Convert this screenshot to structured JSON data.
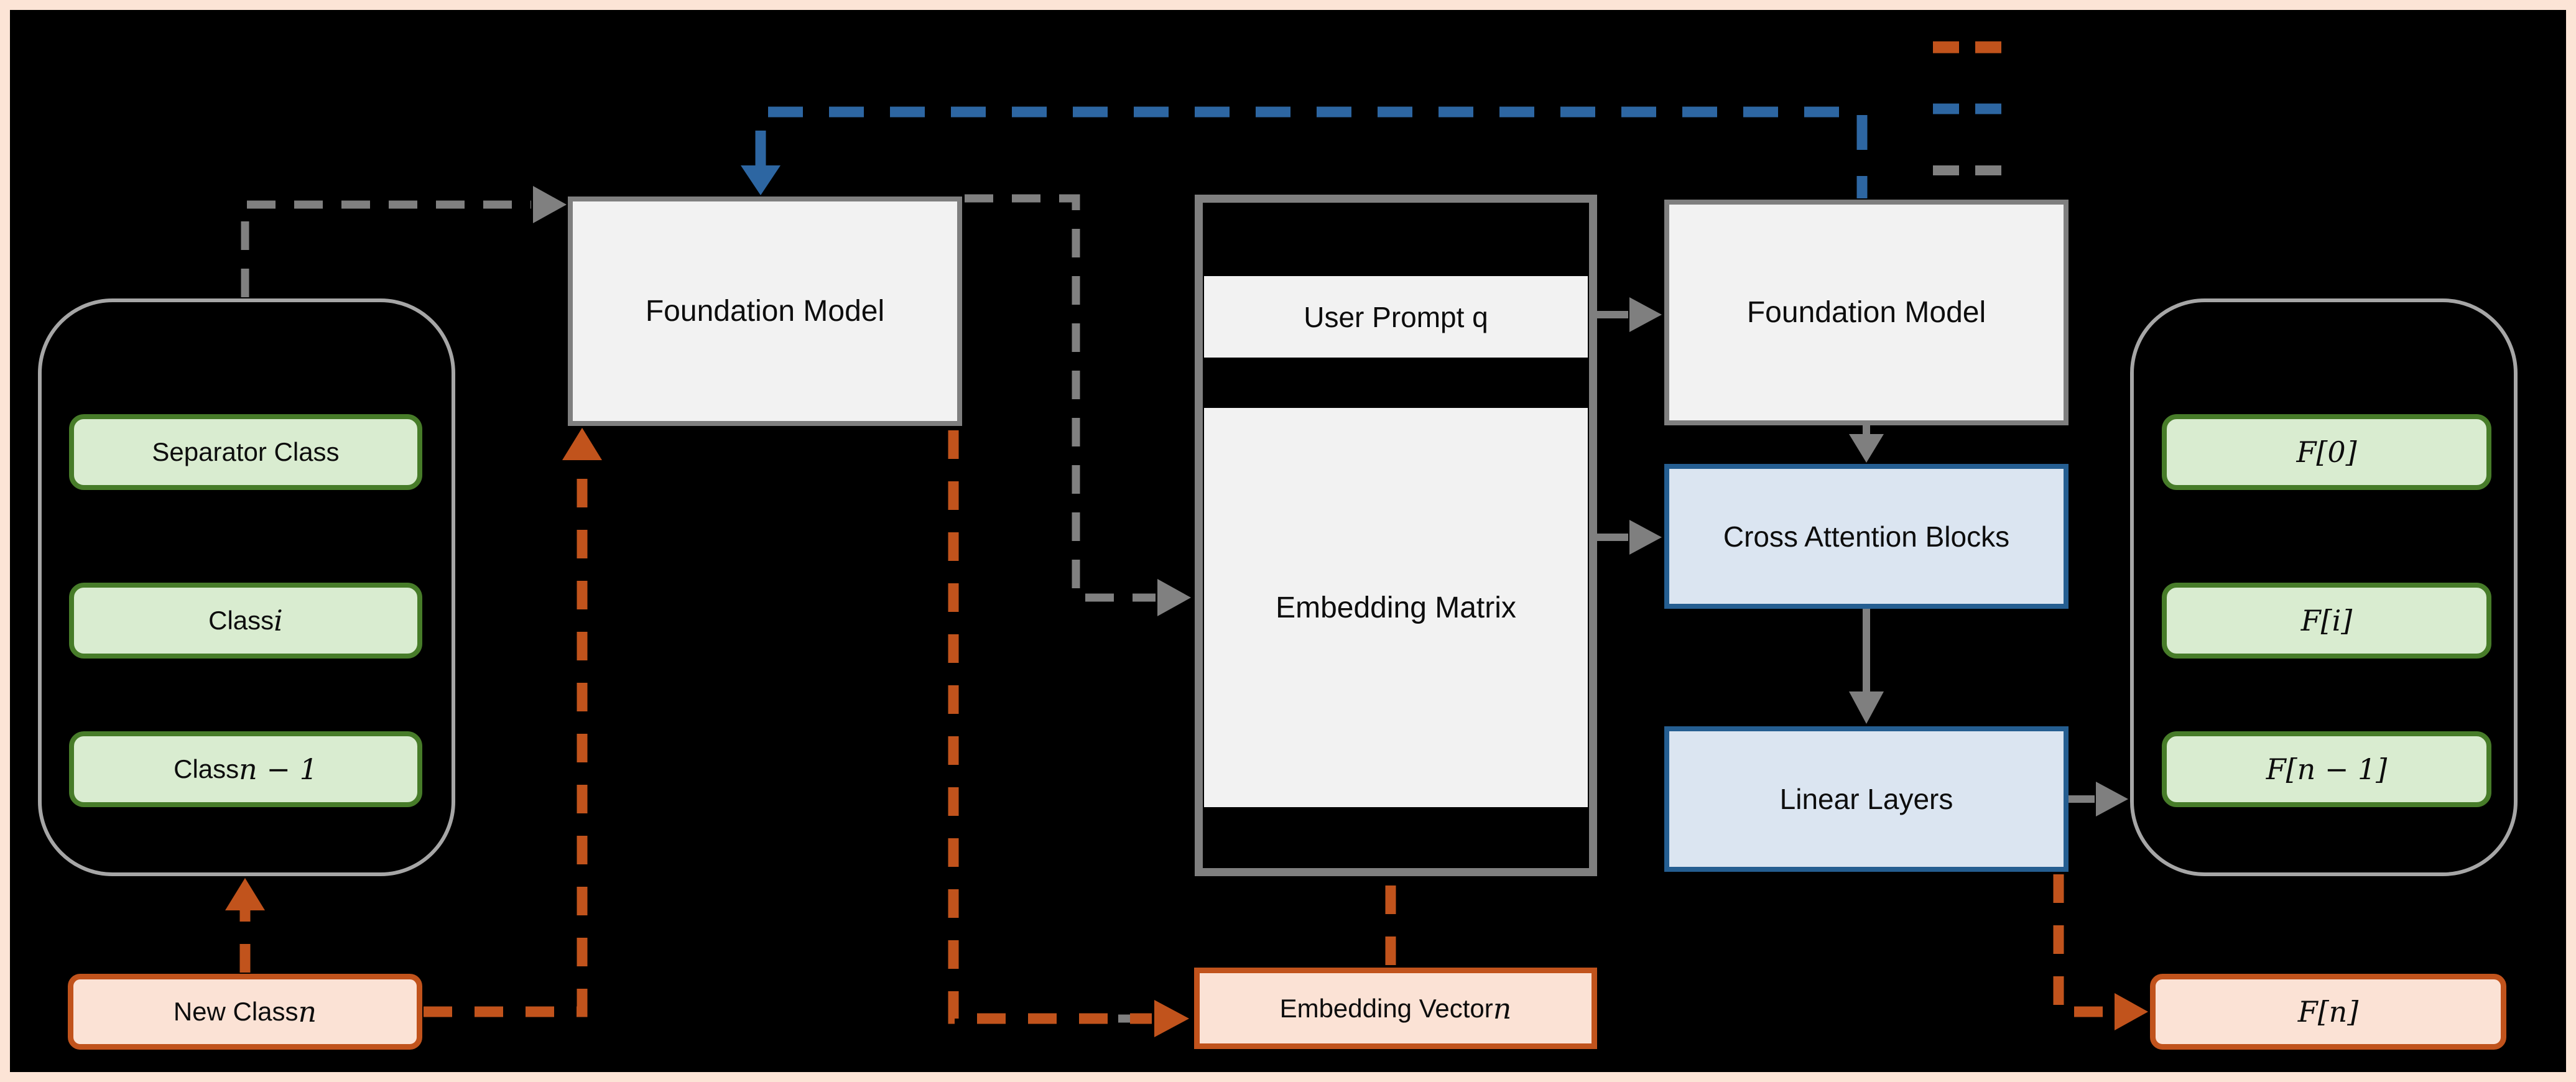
{
  "palette": {
    "background": "#000000",
    "frame_border": "#fce4d6",
    "gray_line": "#7f7f7f",
    "gray_group_border": "#a6a6a6",
    "gray_box_fill": "#f2f2f2",
    "green_box_fill": "#d9ecd0",
    "green_box_border": "#477c29",
    "blue_box_fill": "#dbe5f1",
    "blue_box_border": "#255e91",
    "blue_line": "#2d66a2",
    "orange_line": "#c1531c",
    "orange_box_fill": "#fbe2d5",
    "orange_box_border": "#c1531c"
  },
  "legend": {
    "lines": [
      {
        "name": "orange-dashed",
        "color": "#c1531c",
        "style": "dashed"
      },
      {
        "name": "blue-dashed",
        "color": "#2d66a2",
        "style": "dashed"
      },
      {
        "name": "gray-dashed",
        "color": "#808080",
        "style": "dashed"
      }
    ]
  },
  "class_group": {
    "items": [
      {
        "prefix": "Separator Class",
        "math": ""
      },
      {
        "prefix": "Class ",
        "math": "i"
      },
      {
        "prefix": "Class ",
        "math": "n − 1"
      }
    ]
  },
  "new_class": {
    "prefix": "New Class ",
    "math": "n"
  },
  "foundation_model_left": {
    "label": "Foundation Model"
  },
  "embedding": {
    "user_prompt": {
      "label": "User Prompt q"
    },
    "matrix": {
      "label": "Embedding Matrix"
    },
    "vector": {
      "prefix": "Embedding Vector ",
      "math": "n"
    }
  },
  "foundation_model_right": {
    "label": "Foundation Model"
  },
  "cross_attention": {
    "label": "Cross Attention Blocks"
  },
  "linear_layers": {
    "label": "Linear Layers"
  },
  "output_group": {
    "items": [
      {
        "math": "F[0]"
      },
      {
        "math": "F[i]"
      },
      {
        "math": "F[n − 1]"
      }
    ]
  },
  "f_n": {
    "math": "F[n]"
  }
}
